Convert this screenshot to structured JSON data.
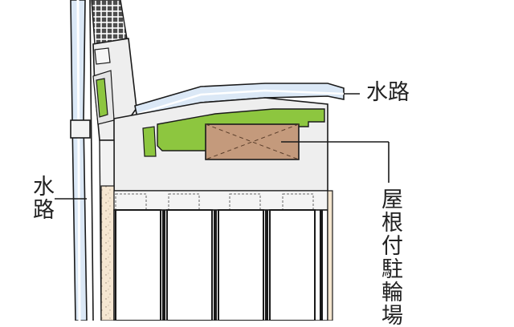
{
  "labels": {
    "waterway_right": "水路",
    "waterway_left": "水路",
    "covered_bike_parking": "屋根付駐輪場"
  },
  "colors": {
    "outline": "#1a1a1a",
    "waterway": "#dde9f5",
    "pavement": "#eeeeee",
    "planting": "#8dc63f",
    "bike_roof": "#c49a7c",
    "sand_strip": "#f5e6d0",
    "paving_block": "#555555"
  }
}
